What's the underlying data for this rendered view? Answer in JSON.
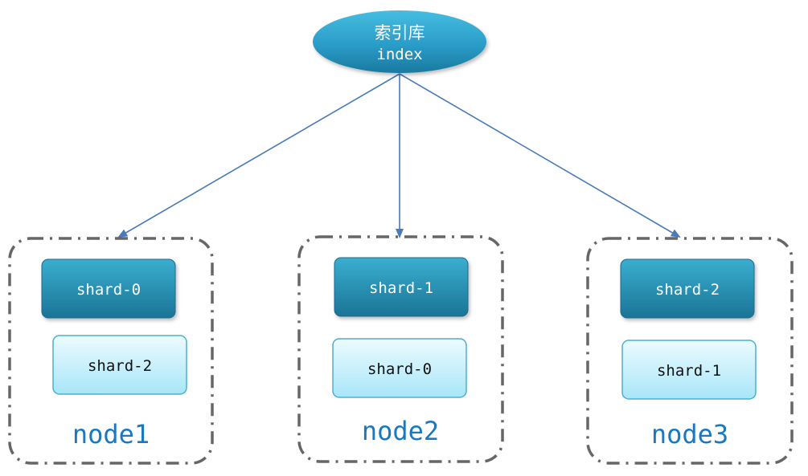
{
  "index": {
    "title": "索引库",
    "subtitle": "index"
  },
  "nodes": [
    {
      "label": "node1",
      "primary_shard": "shard-0",
      "replica_shard": "shard-2"
    },
    {
      "label": "node2",
      "primary_shard": "shard-1",
      "replica_shard": "shard-0"
    },
    {
      "label": "node3",
      "primary_shard": "shard-2",
      "replica_shard": "shard-1"
    }
  ],
  "colors": {
    "primary_top": "#3aaed0",
    "primary_bottom": "#1b7496",
    "replica_top": "#ecfbff",
    "replica_bottom": "#a8e6f8",
    "arrow": "#4a7ab8",
    "node_border": "#666666",
    "node_label": "#1878c0"
  }
}
